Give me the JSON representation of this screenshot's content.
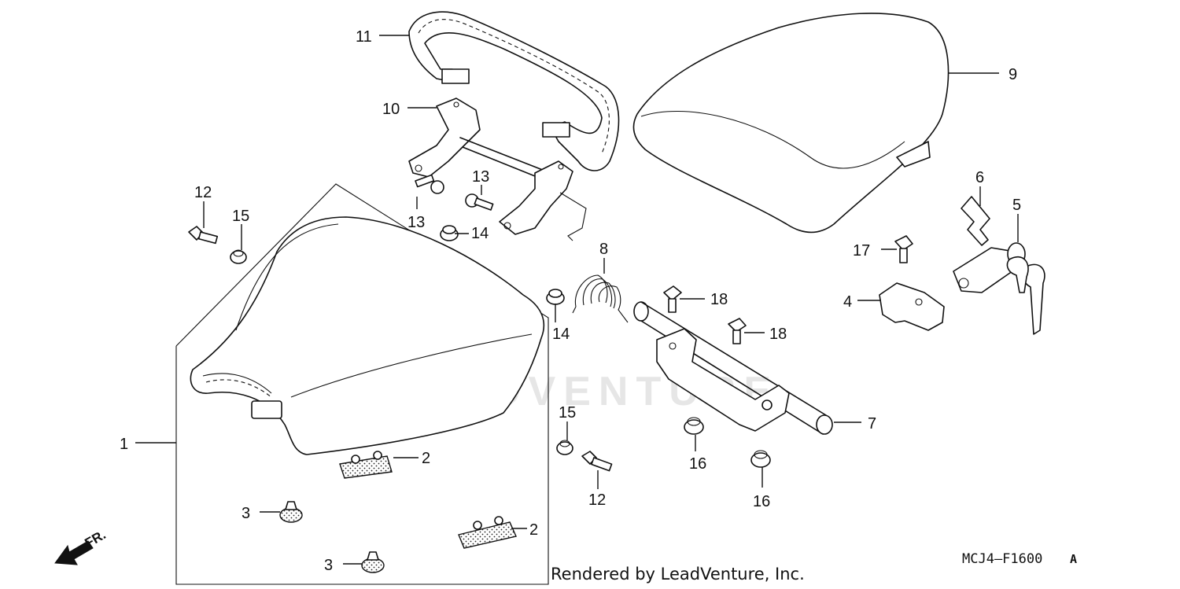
{
  "diagram": {
    "watermark": "LEADVENTURE",
    "footer_text": "Rendered by LeadVenture, Inc.",
    "diagram_code": "MCJ4—F1600",
    "diagram_code_suffix": "A",
    "front_indicator": "FR.",
    "callouts": [
      {
        "id": "c1",
        "label": "1"
      },
      {
        "id": "c2a",
        "label": "2"
      },
      {
        "id": "c2b",
        "label": "2"
      },
      {
        "id": "c3a",
        "label": "3"
      },
      {
        "id": "c3b",
        "label": "3"
      },
      {
        "id": "c4",
        "label": "4"
      },
      {
        "id": "c5",
        "label": "5"
      },
      {
        "id": "c6",
        "label": "6"
      },
      {
        "id": "c7",
        "label": "7"
      },
      {
        "id": "c8",
        "label": "8"
      },
      {
        "id": "c9",
        "label": "9"
      },
      {
        "id": "c10",
        "label": "10"
      },
      {
        "id": "c11",
        "label": "11"
      },
      {
        "id": "c12a",
        "label": "12"
      },
      {
        "id": "c12b",
        "label": "12"
      },
      {
        "id": "c13a",
        "label": "13"
      },
      {
        "id": "c13b",
        "label": "13"
      },
      {
        "id": "c14a",
        "label": "14"
      },
      {
        "id": "c14b",
        "label": "14"
      },
      {
        "id": "c15a",
        "label": "15"
      },
      {
        "id": "c15b",
        "label": "15"
      },
      {
        "id": "c16a",
        "label": "16"
      },
      {
        "id": "c16b",
        "label": "16"
      },
      {
        "id": "c17",
        "label": "17"
      },
      {
        "id": "c18a",
        "label": "18"
      },
      {
        "id": "c18b",
        "label": "18"
      }
    ]
  }
}
